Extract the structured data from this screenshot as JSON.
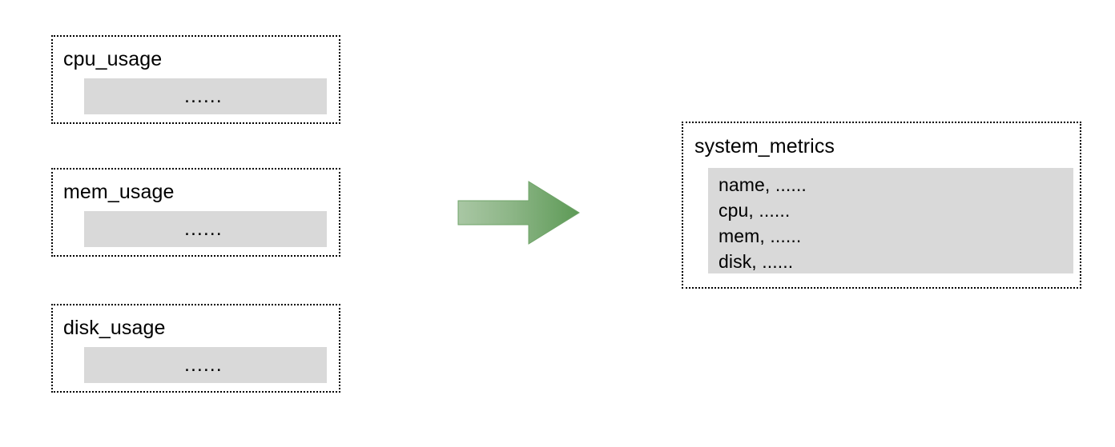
{
  "diagram": {
    "type": "data-consolidation-flow",
    "sources": [
      {
        "id": "cpu",
        "title": "cpu_usage",
        "body": "......"
      },
      {
        "id": "mem",
        "title": "mem_usage",
        "body": "......"
      },
      {
        "id": "disk",
        "title": "disk_usage",
        "body": "......"
      }
    ],
    "arrow": {
      "name": "merge-arrow",
      "direction": "right",
      "gradient_start": "#a6c6a1",
      "gradient_end": "#5d9a56",
      "outline": "#5d9a56"
    },
    "target": {
      "id": "system_metrics",
      "title": "system_metrics",
      "lines": [
        "name, ......",
        "cpu, ......",
        "mem, ......",
        "disk, ......"
      ]
    },
    "colors": {
      "background": "#ffffff",
      "panel_fill": "#d9d9d9",
      "border": "#000000",
      "text": "#000000"
    }
  }
}
